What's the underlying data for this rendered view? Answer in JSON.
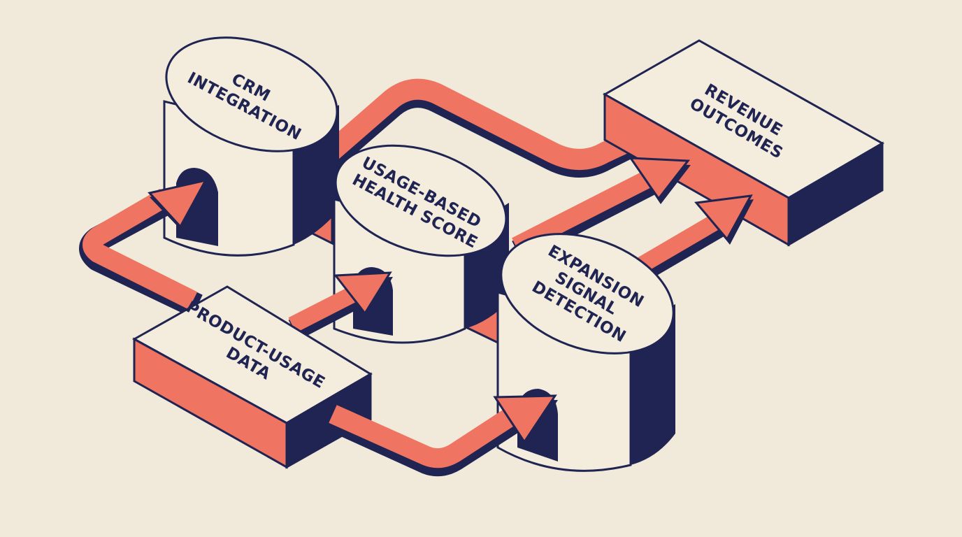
{
  "nodes": {
    "crm": {
      "lines": [
        "CRM",
        "INTEGRATION"
      ]
    },
    "health": {
      "lines": [
        "USAGE-BASED",
        "HEALTH SCORE"
      ]
    },
    "expansion": {
      "lines": [
        "EXPANSION",
        "SIGNAL",
        "DETECTION"
      ]
    },
    "revenue": {
      "lines": [
        "REVENUE",
        "OUTCOMES"
      ]
    },
    "product": {
      "lines": [
        "PRODUCT-USAGE",
        "DATA"
      ]
    }
  },
  "colors": {
    "background": "#f1eadb",
    "cream": "#f4eddd",
    "navy": "#1f2452",
    "coral": "#ef7461"
  }
}
